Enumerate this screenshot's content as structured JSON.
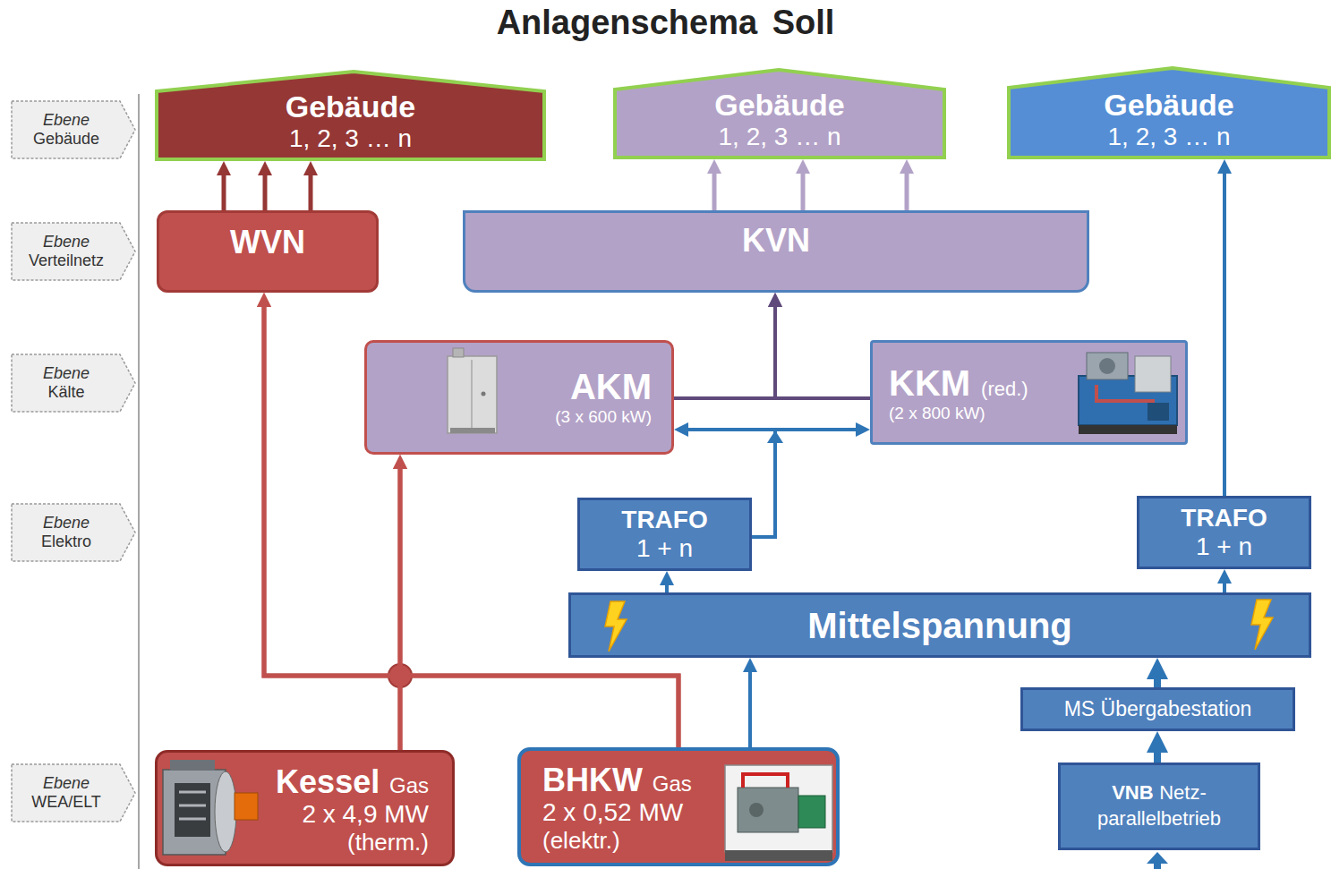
{
  "diagram": {
    "title": "Anlagenschema Soll",
    "nodes": [
      {
        "text": [
          "Ebene",
          "Gebäude"
        ]
      },
      {
        "text": [
          "Gebäude",
          "1, 2, 3 … n"
        ]
      },
      {
        "text": [
          "Gebäude",
          "1, 2, 3 … n"
        ]
      },
      {
        "text": [
          "Gebäude",
          "1, 2, 3 … n"
        ]
      },
      {
        "text": [
          "Ebene",
          "Verteilnetz"
        ]
      },
      {
        "text": [
          "WVN"
        ]
      },
      {
        "text": [
          "KVN"
        ]
      },
      {
        "text": [
          "Ebene",
          "Kälte"
        ]
      },
      {
        "text": [
          "AKM",
          "(3 x 600 kW)"
        ]
      },
      {
        "text": [
          "KKM",
          "(red.)",
          "(2 x 800 kW)"
        ]
      },
      {
        "text": [
          "Ebene",
          "Elektro"
        ]
      },
      {
        "text": [
          "TRAFO",
          "1 + n"
        ]
      },
      {
        "text": [
          "TRAFO",
          "1 + n"
        ]
      },
      {
        "text": [
          "Mittelspannung"
        ]
      },
      {
        "text": [
          "MS Übergabestation"
        ]
      },
      {
        "text": [
          "Ebene",
          "WEA/ELT"
        ]
      },
      {
        "text": [
          "Kessel",
          "Gas",
          "2 x 4,9 MW",
          "(therm.)"
        ]
      },
      {
        "text": [
          "BHKW",
          "Gas",
          "2 x 0,52 MW",
          "(elektr.)"
        ]
      },
      {
        "text": [
          "VNB",
          "Netz- parallelbetrieb"
        ]
      }
    ],
    "edges": [
      {
        "from": 16,
        "to": 5,
        "arrow": "to"
      },
      {
        "from": 16,
        "to": 8,
        "arrow": "to"
      },
      {
        "from": 17,
        "to": 5,
        "arrow": "to"
      },
      {
        "from": 17,
        "to": 8,
        "arrow": "to"
      },
      {
        "from": 5,
        "to": 1,
        "arrow": "to"
      },
      {
        "from": 5,
        "to": 1,
        "arrow": "to"
      },
      {
        "from": 5,
        "to": 1,
        "arrow": "to"
      },
      {
        "from": 6,
        "to": 2,
        "arrow": "to"
      },
      {
        "from": 6,
        "to": 2,
        "arrow": "to"
      },
      {
        "from": 6,
        "to": 2,
        "arrow": "to"
      },
      {
        "from": 8,
        "to": 6,
        "arrow": "to"
      },
      {
        "from": 9,
        "to": 6,
        "arrow": "to"
      },
      {
        "from": 17,
        "to": 13,
        "arrow": "to"
      },
      {
        "from": 13,
        "to": 11,
        "arrow": "to"
      },
      {
        "from": 13,
        "to": 12,
        "arrow": "to"
      },
      {
        "from": 11,
        "to": 8,
        "arrow": "to"
      },
      {
        "from": 11,
        "to": 9,
        "arrow": "to"
      },
      {
        "from": 12,
        "to": 3,
        "arrow": "to"
      },
      {
        "from": 14,
        "to": 13,
        "arrow": "to"
      },
      {
        "from": 18,
        "to": 14,
        "arrow": "to"
      }
    ]
  }
}
